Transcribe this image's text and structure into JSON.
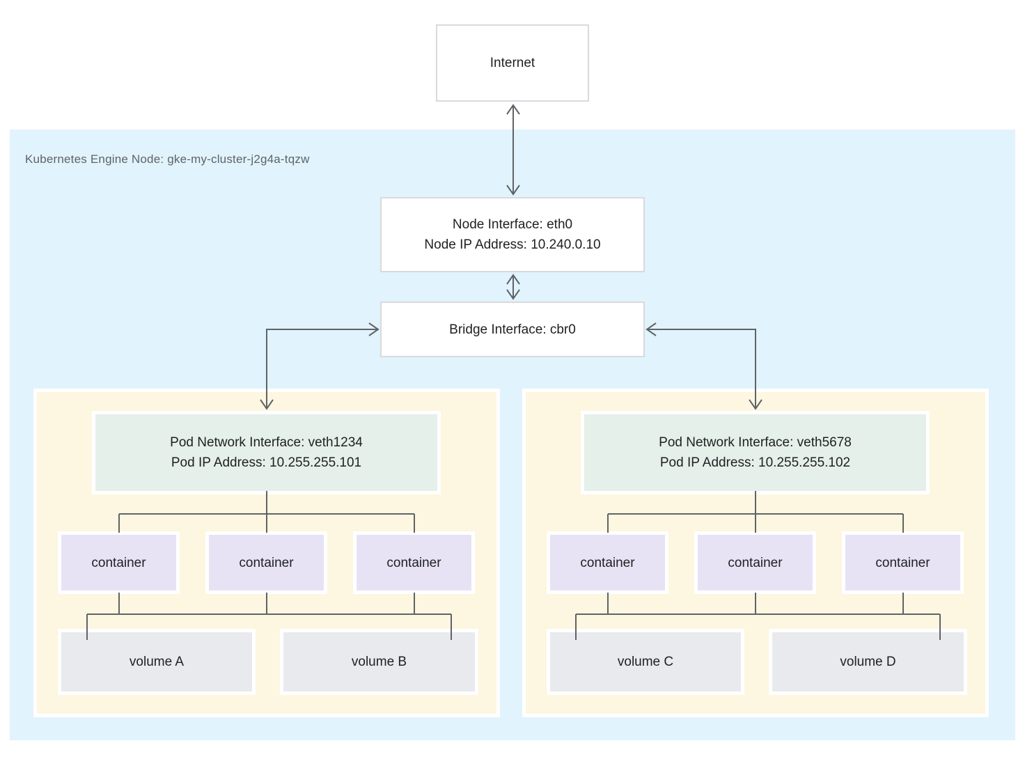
{
  "internet": {
    "label": "Internet"
  },
  "node": {
    "label": "Kubernetes Engine Node: gke-my-cluster-j2g4a-tqzw"
  },
  "node_interface": {
    "line1": "Node Interface: eth0",
    "line2": "Node IP Address: 10.240.0.10"
  },
  "bridge": {
    "label": "Bridge Interface: cbr0"
  },
  "pods": [
    {
      "network_interface": {
        "line1": "Pod Network Interface: veth1234",
        "line2": "Pod IP Address: 10.255.255.101"
      },
      "containers": [
        "container",
        "container",
        "container"
      ],
      "volumes": [
        "volume A",
        "volume B"
      ]
    },
    {
      "network_interface": {
        "line1": "Pod Network Interface: veth5678",
        "line2": "Pod IP Address: 10.255.255.102"
      },
      "containers": [
        "container",
        "container",
        "container"
      ],
      "volumes": [
        "volume C",
        "volume D"
      ]
    }
  ],
  "colors": {
    "canvas-bg": "#ffffff",
    "node-bg": "#e1f3fc",
    "pod-bg": "#fdf6e0",
    "green": "#e5f0ea",
    "purple": "#e7e3f5",
    "gray": "#e8eaed",
    "box-border": "#d9dadc",
    "line": "#5f6368",
    "text-dark": "#202124",
    "text-gray": "#5f6368"
  }
}
